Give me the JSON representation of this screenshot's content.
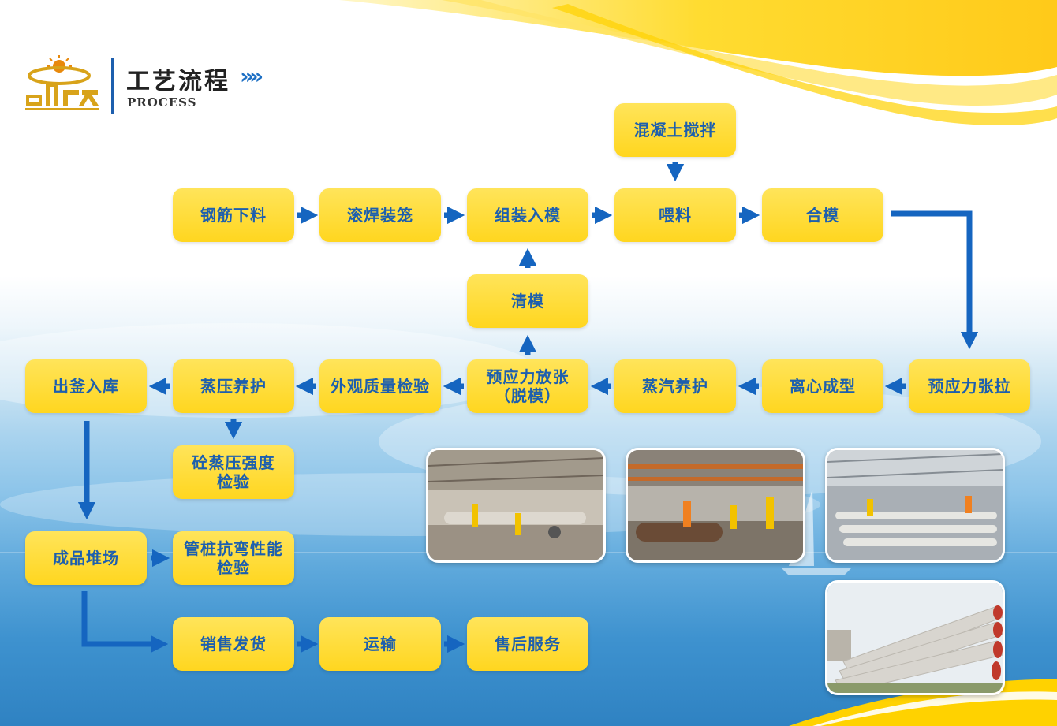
{
  "header": {
    "title_cn": "工艺流程",
    "title_chevrons": "»»",
    "title_en": "PROCESS"
  },
  "brand": {
    "logo_icon": "sun-logo-icon",
    "colors": {
      "box_fill": "#ffd61f",
      "box_text": "#1d5fae",
      "arrow": "#1565c0"
    }
  },
  "steps": {
    "concrete_mixing": "混凝土搅拌",
    "rebar_cutting": "钢筋下料",
    "roll_welding": "滚焊装笼",
    "assemble_mold": "组装入模",
    "feeding": "喂料",
    "close_mold": "合模",
    "clean_mold": "清模",
    "out_kettle": "出釜入库",
    "autoclave_curing": "蒸压养护",
    "appearance_check": "外观质量检验",
    "prestress_release_1": "预应力放张",
    "prestress_release_2": "（脱模）",
    "steam_curing": "蒸汽养护",
    "centrifugal": "离心成型",
    "prestress_tension": "预应力张拉",
    "strength_test_1": "砼蒸压强度",
    "strength_test_2": "检验",
    "yard": "成品堆场",
    "bending_test_1": "管桩抗弯性能",
    "bending_test_2": "检验",
    "delivery": "销售发货",
    "transport": "运输",
    "after_sales": "售后服务"
  }
}
